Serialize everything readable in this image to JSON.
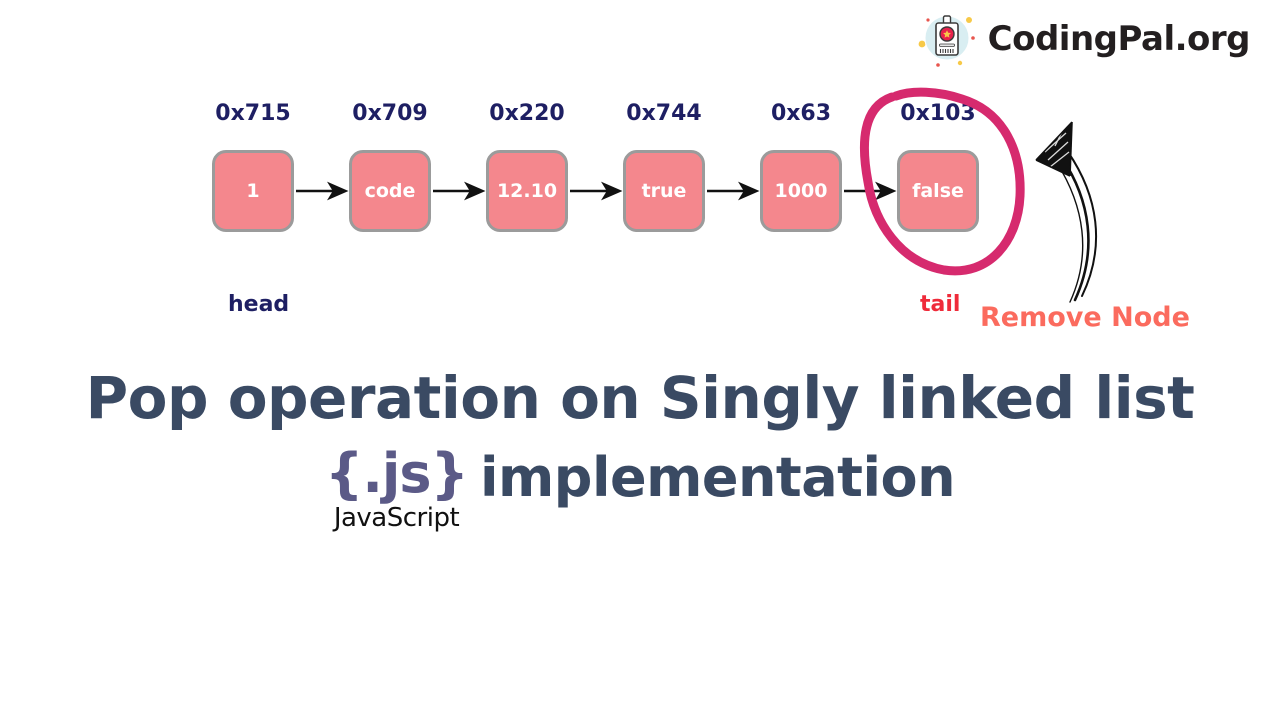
{
  "brand": {
    "name": "CodingPal.org",
    "icon": "id-badge-icon",
    "text_color": "#231f20",
    "icon_circle_color": "#d9eef2"
  },
  "diagram": {
    "nodes": [
      {
        "address": "0x715",
        "value": "1"
      },
      {
        "address": "0x709",
        "value": "code"
      },
      {
        "address": "0x220",
        "value": "12.10"
      },
      {
        "address": "0x744",
        "value": "true"
      },
      {
        "address": "0x63",
        "value": "1000"
      },
      {
        "address": "0x103",
        "value": "false"
      }
    ],
    "node_fill": "#f4878d",
    "node_border": "#9b9b9b",
    "address_color": "#1e1f63",
    "head_label": "head",
    "tail_label": "tail",
    "annotation": {
      "text": "Remove Node",
      "text_color": "#fb6b5e",
      "circle_color": "#d62a6e",
      "arrow_color": "#111111",
      "targets_node_index": 5
    }
  },
  "title": {
    "main": "Pop operation on Singly linked list",
    "main_color": "#3a4a63",
    "js_logo": "{.js}",
    "js_logo_color": "#5b5a87",
    "js_logo_caption": "JavaScript",
    "implementation_word": "implementation"
  }
}
